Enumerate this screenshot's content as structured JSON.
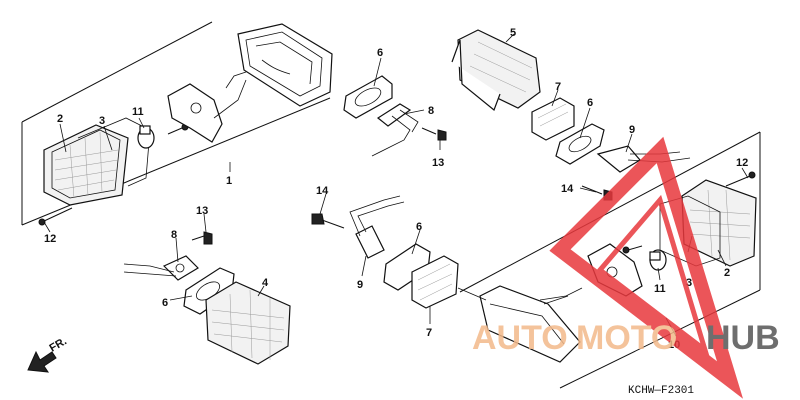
{
  "diagram": {
    "code": "KCHW—F2301",
    "direction_label": "FR.",
    "part_labels": [
      {
        "id": "p1",
        "text": "1"
      },
      {
        "id": "p2a",
        "text": "2"
      },
      {
        "id": "p3a",
        "text": "3"
      },
      {
        "id": "p11a",
        "text": "11"
      },
      {
        "id": "p12a",
        "text": "12"
      },
      {
        "id": "p6a",
        "text": "6"
      },
      {
        "id": "p8a",
        "text": "8"
      },
      {
        "id": "p13a",
        "text": "13"
      },
      {
        "id": "p5",
        "text": "5"
      },
      {
        "id": "p7a",
        "text": "7"
      },
      {
        "id": "p6b",
        "text": "6"
      },
      {
        "id": "p9a",
        "text": "9"
      },
      {
        "id": "p14a",
        "text": "14"
      },
      {
        "id": "p12b",
        "text": "12"
      },
      {
        "id": "p3b",
        "text": "3"
      },
      {
        "id": "p2b",
        "text": "2"
      },
      {
        "id": "p11b",
        "text": "11"
      },
      {
        "id": "p10",
        "text": "10"
      },
      {
        "id": "p14b",
        "text": "14"
      },
      {
        "id": "p13b",
        "text": "13"
      },
      {
        "id": "p8b",
        "text": "8"
      },
      {
        "id": "p6c",
        "text": "6"
      },
      {
        "id": "p4",
        "text": "4"
      },
      {
        "id": "p9b",
        "text": "9"
      },
      {
        "id": "p6d",
        "text": "6"
      },
      {
        "id": "p7b",
        "text": "7"
      }
    ]
  },
  "watermark": {
    "part1": "AUTO",
    "part2": "MOTO",
    "part3": "HUB",
    "color_primary": "#f3b98a",
    "color_accent": "#e8383d",
    "color_dark": "#555555"
  }
}
